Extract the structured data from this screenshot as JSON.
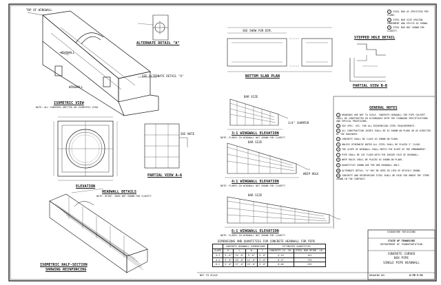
{
  "views": {
    "isometric": {
      "title": "ISOMETRIC VIEW",
      "sub": "NOTE: ALL CHAMFERS OMITTED ON ISOMETRIC VIEW"
    },
    "alternate_detail": {
      "title": "ALTERNATE DETAIL \"A\""
    },
    "elevation": {
      "title": "ELEVATION"
    },
    "partial_view_aa": {
      "title": "PARTIAL VIEW A-A"
    },
    "headwall_details": {
      "title": "HEADWALL DETAILS",
      "sub": "NOTE: REINF. BARS NOT SHOWN FOR CLARITY"
    },
    "iso_half_section": {
      "title": "ISOMETRIC HALF-SECTION",
      "title2": "SHOWING REINFORCING"
    },
    "bottom_slab_plan": {
      "title": "BOTTOM SLAB PLAN"
    },
    "stepped_hole": {
      "title": "STEPPED HOLE DETAIL"
    },
    "partial_view_bb": {
      "title": "PARTIAL VIEW B-B"
    },
    "wingwall_31": {
      "title": "3:1 WINGWALL ELEVATION",
      "sub": "NOTE: FLARES IN WINGWALL NOT SHOWN FOR CLARITY"
    },
    "wingwall_41": {
      "title": "4:1 WINGWALL ELEVATION",
      "sub": "NOTE: FLARES IN WINGWALL NOT SHOWN FOR CLARITY"
    },
    "wingwall_61": {
      "title": "6:1 WINGWALL ELEVATION",
      "sub": "NOTE: FLARES IN WINGWALL NOT SHOWN FOR CLARITY"
    }
  },
  "labels": {
    "top_wingwall": "TOP OF WINGWALL",
    "headwall": "HEADWALL",
    "see_alt": "SEE ALTERNATE DETAIL \"A\"",
    "wingwall": "WINGWALL",
    "see_note": "SEE NOTE",
    "bar_size": "BAR SIZE",
    "chamfer": "3/4\" CHAMFER",
    "dim_a": "SEE SHOW FOR DIM.",
    "weep": "WEEP HOLE"
  },
  "legend": [
    "STEEL BAR AS SPECIFIED PER PLANS.",
    "STEEL BAR SIZE SPACING EMBEDMENT AND SPLICE AS SHOWN.",
    "STEEL BAR NOT SHOWN FOR CLARITY."
  ],
  "general_notes": {
    "title": "GENERAL NOTES",
    "items": [
      "DRAWINGS ARE NOT TO SCALE. CONCRETE HEADWALL FOR PIPE CULVERT SHALL BE CONSTRUCTED IN ACCORDANCE WITH THE STANDARD SPECIFICATIONS AND SPECIAL PROVISIONS.",
      "SEE SPEC. SEC. FOR ALL REINFORCING STEEL REQUIREMENTS.",
      "ALL CONSTRUCTION JOINTS SHALL BE AS SHOWN ON PLANS OR AS DIRECTED BY THE ENGINEER.",
      "CONCRETE SHALL BE CLASS AS SHOWN ON PLANS.",
      "UNLESS OTHERWISE NOTED ALL STEEL SHALL BE PLACED 2\" CLEAR.",
      "THE SLOPE OF WINGWALL SHALL MATCH THE SLOPE OF THE EMBANKMENT.",
      "PIPE SHALL BE CUT FLUSH WITH THE INSIDE FACE OF HEADWALL.",
      "WEEP HOLES SHALL BE PLACED AS SHOWN ON PLANS.",
      "QUANTITIES SHOWN ARE FOR ONE HEADWALL ONLY.",
      "ALTERNATE DETAIL \"A\" MAY BE USED IN LIEU OF DETAILS SHOWN.",
      "CONCRETE AND REINFORCING STEEL SHALL BE PAID FOR UNDER THE ITEMS SHOWN IN THE CONTRACT."
    ]
  },
  "table": {
    "title": "DIMENSIONS AND QUANTITIES FOR CONCRETE HEADWALL FOR PIPE",
    "group_dims": "CONCRETE HEADWALL DIMENSIONS",
    "group_qty": "ESTIMATED QUANTITIES",
    "headers": [
      "SLOPE",
      "H",
      "L",
      "W",
      "C",
      "CONCRETE CU. YD.",
      "STEEL BAR",
      "REINF. LB."
    ],
    "rows": [
      [
        "3:1",
        "5'-0\"",
        "15'-0\"",
        "9'-0\"",
        "3'-0\"",
        "5.19",
        "151"
      ],
      [
        "4:1",
        "5'-0\"",
        "19'-0\"",
        "11'-0\"",
        "3'-0\"",
        "6.27",
        "175"
      ],
      [
        "6:1",
        "5'-0\"",
        "27'-0\"",
        "15'-0\"",
        "3'-0\"",
        "8.40",
        "223"
      ]
    ]
  },
  "title_block": {
    "agency_1": "STATE OF TENNESSEE",
    "agency_2": "DEPARTMENT OF TRANSPORTATION",
    "drawing_line1": "CONCRETE CURVED",
    "drawing_line2": "BOX PIPE",
    "drawing_line3": "SINGLE PIPE HEADWALL",
    "not_to_scale": "NOT TO SCALE",
    "drawing_no_label": "DRAWING NO.",
    "drawing_no": "D-PE-5-58",
    "stamp": "SIGNATURE REVISIONS"
  },
  "colors": {
    "ink": "#111111",
    "paper": "#ffffff",
    "border": "#000000"
  }
}
